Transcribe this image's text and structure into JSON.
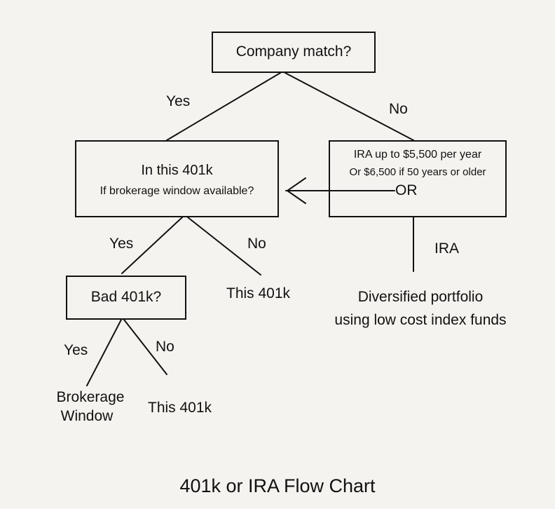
{
  "diagram": {
    "title": "401k or IRA Flow Chart",
    "nodes": {
      "company_match": "Company match?",
      "in_401k_line1": "In this 401k",
      "in_401k_line2": "If brokerage window available?",
      "ira_line1": "IRA up to $5,500 per year",
      "ira_line2": "Or $6,500 if 50 years or older",
      "or_label": "OR",
      "bad_401k": "Bad 401k?",
      "this_401k_mid": "This 401k",
      "diversified_line1": "Diversified portfolio",
      "diversified_line2": "using low cost index funds",
      "brokerage_line1": "Brokerage",
      "brokerage_line2": "Window",
      "this_401k_bottom": "This 401k"
    },
    "edges": {
      "match_yes": "Yes",
      "match_no": "No",
      "window_yes": "Yes",
      "window_no": "No",
      "ira_label": "IRA",
      "bad_yes": "Yes",
      "bad_no": "No"
    }
  }
}
